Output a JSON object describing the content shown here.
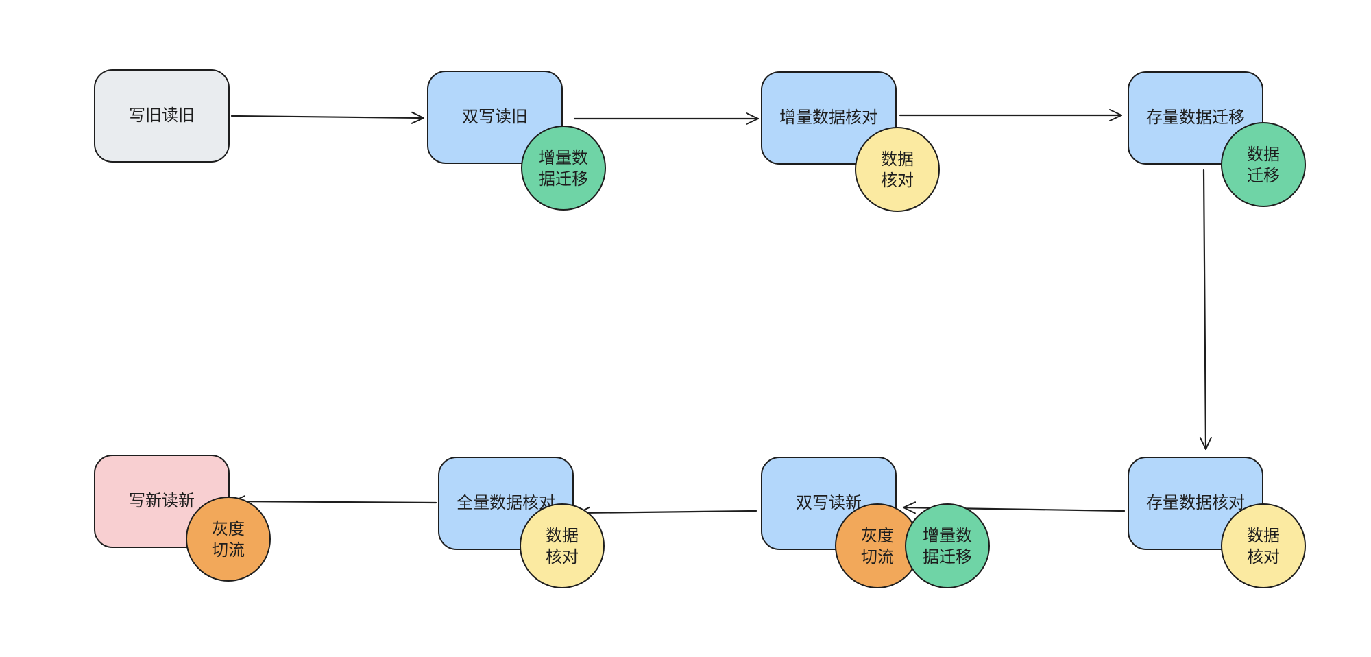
{
  "colors": {
    "stroke": "#1e1e1e",
    "gray": "#e9ecef",
    "blue": "#b3d7fb",
    "pink": "#f8cfd1",
    "green": "#6fd4a6",
    "yellow": "#fbeaa1",
    "orange": "#f2a85a"
  },
  "nodes": [
    {
      "id": "n1",
      "label": "写旧读旧",
      "color": "gray"
    },
    {
      "id": "n2",
      "label": "双写读旧",
      "color": "blue"
    },
    {
      "id": "n3",
      "label": "增量数据核对",
      "color": "blue"
    },
    {
      "id": "n4",
      "label": "存量数据迁移",
      "color": "blue"
    },
    {
      "id": "n5",
      "label": "存量数据核对",
      "color": "blue"
    },
    {
      "id": "n6",
      "label": "双写读新",
      "color": "blue"
    },
    {
      "id": "n7",
      "label": "全量数据核对",
      "color": "blue"
    },
    {
      "id": "n8",
      "label": "写新读新",
      "color": "pink"
    }
  ],
  "badges": [
    {
      "id": "b1",
      "node": "n2",
      "lines": [
        "增量数",
        "据迁移"
      ],
      "color": "green"
    },
    {
      "id": "b2",
      "node": "n3",
      "lines": [
        "数据",
        "核对"
      ],
      "color": "yellow"
    },
    {
      "id": "b3",
      "node": "n4",
      "lines": [
        "数据",
        "迁移"
      ],
      "color": "green"
    },
    {
      "id": "b4",
      "node": "n5",
      "lines": [
        "数据",
        "核对"
      ],
      "color": "yellow"
    },
    {
      "id": "b5",
      "node": "n6",
      "lines": [
        "灰度",
        "切流"
      ],
      "color": "orange"
    },
    {
      "id": "b6",
      "node": "n6",
      "lines": [
        "增量数",
        "据迁移"
      ],
      "color": "green"
    },
    {
      "id": "b7",
      "node": "n7",
      "lines": [
        "数据",
        "核对"
      ],
      "color": "yellow"
    },
    {
      "id": "b8",
      "node": "n8",
      "lines": [
        "灰度",
        "切流"
      ],
      "color": "orange"
    }
  ],
  "edges": [
    {
      "from": "n1",
      "to": "n2"
    },
    {
      "from": "n2",
      "to": "n3"
    },
    {
      "from": "n3",
      "to": "n4"
    },
    {
      "from": "n4",
      "to": "n5"
    },
    {
      "from": "n5",
      "to": "n6"
    },
    {
      "from": "n6",
      "to": "n7"
    },
    {
      "from": "n7",
      "to": "n8"
    }
  ]
}
